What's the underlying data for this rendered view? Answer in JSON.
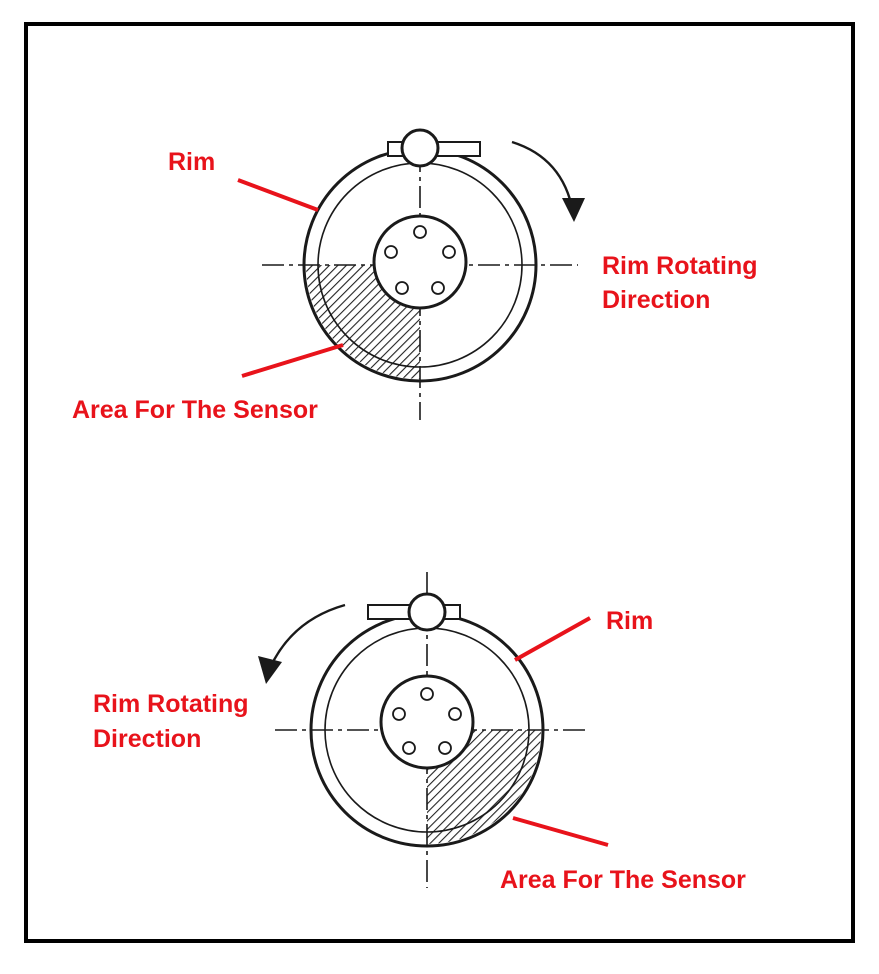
{
  "colors": {
    "frame": "#000000",
    "linework": "#1a1a1a",
    "label": "#e8131b",
    "leader": "#e8131b",
    "background": "#ffffff"
  },
  "top_figure": {
    "rim_label": "Rim",
    "direction_label_line1": "Rim Rotating",
    "direction_label_line2": "Direction",
    "sensor_area_label": "Area For The Sensor",
    "rotation": "clockwise",
    "sensor_quadrant": "lower-left"
  },
  "bottom_figure": {
    "rim_label": "Rim",
    "direction_label_line1": "Rim Rotating",
    "direction_label_line2": "Direction",
    "sensor_area_label": "Area For The Sensor",
    "rotation": "counterclockwise",
    "sensor_quadrant": "lower-right"
  }
}
